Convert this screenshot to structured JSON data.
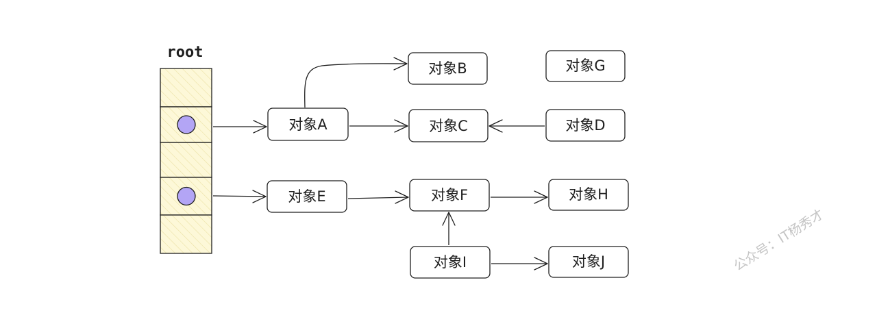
{
  "root": {
    "label": "root",
    "fill": "#fdf8d8",
    "hatch": "#ece2a6",
    "slots": [
      {
        "has_ref": false
      },
      {
        "has_ref": true
      },
      {
        "has_ref": false
      },
      {
        "has_ref": true
      },
      {
        "has_ref": false
      }
    ],
    "ref_color": "#b3a5f5"
  },
  "nodes": [
    {
      "id": "A",
      "label": "对象A"
    },
    {
      "id": "B",
      "label": "对象B"
    },
    {
      "id": "C",
      "label": "对象C"
    },
    {
      "id": "D",
      "label": "对象D"
    },
    {
      "id": "E",
      "label": "对象E"
    },
    {
      "id": "F",
      "label": "对象F"
    },
    {
      "id": "G",
      "label": "对象G"
    },
    {
      "id": "H",
      "label": "对象H"
    },
    {
      "id": "I",
      "label": "对象I"
    },
    {
      "id": "J",
      "label": "对象J"
    }
  ],
  "edges": [
    {
      "from": "root.1",
      "to": "A"
    },
    {
      "from": "root.3",
      "to": "E"
    },
    {
      "from": "A",
      "to": "B"
    },
    {
      "from": "A",
      "to": "C"
    },
    {
      "from": "D",
      "to": "C"
    },
    {
      "from": "E",
      "to": "F"
    },
    {
      "from": "F",
      "to": "H"
    },
    {
      "from": "I",
      "to": "F"
    },
    {
      "from": "I",
      "to": "J"
    }
  ],
  "watermark": "公众号：IT杨秀才"
}
